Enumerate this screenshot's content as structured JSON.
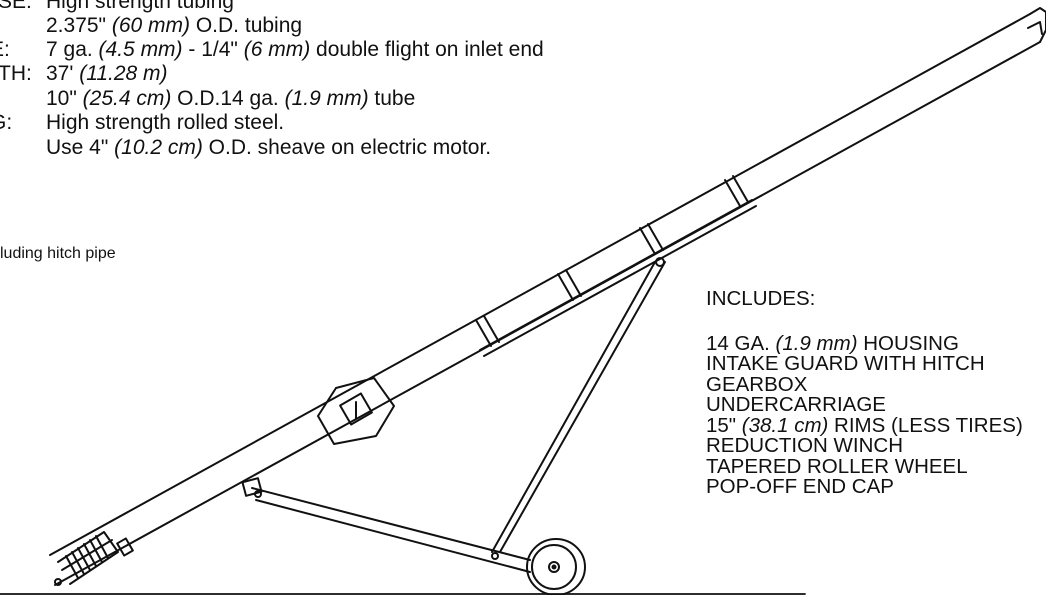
{
  "specs": [
    {
      "label": "SE:",
      "parts": [
        {
          "t": "High strength tubing"
        }
      ]
    },
    {
      "label": "",
      "parts": [
        {
          "t": "2.375\" "
        },
        {
          "t": "(60 mm)",
          "i": true
        },
        {
          "t": " O.D. tubing"
        }
      ]
    },
    {
      "label": "E:",
      "parts": [
        {
          "t": "7 ga. "
        },
        {
          "t": "(4.5 mm)",
          "i": true
        },
        {
          "t": " - 1/4\" "
        },
        {
          "t": "(6 mm)",
          "i": true
        },
        {
          "t": " double flight on inlet end"
        }
      ]
    },
    {
      "label": "TH:",
      "parts": [
        {
          "t": "37' "
        },
        {
          "t": "(11.28 m)",
          "i": true
        }
      ]
    },
    {
      "label": "",
      "parts": [
        {
          "t": "10\" "
        },
        {
          "t": "(25.4 cm)",
          "i": true
        },
        {
          "t": " O.D.14 ga. "
        },
        {
          "t": "(1.9 mm)",
          "i": true
        },
        {
          "t": " tube"
        }
      ]
    },
    {
      "label": "G:",
      "parts": [
        {
          "t": "High strength rolled steel."
        }
      ]
    },
    {
      "label": "",
      "parts": [
        {
          "t": "Use 4\" "
        },
        {
          "t": "(10.2 cm)",
          "i": true
        },
        {
          "t": " O.D. sheave on electric motor."
        }
      ]
    }
  ],
  "hitch_note": "luding hitch pipe",
  "includes": {
    "title": "INCLUDES:",
    "items": [
      [
        {
          "t": "14 GA. "
        },
        {
          "t": "(1.9 mm)",
          "i": true
        },
        {
          "t": " HOUSING"
        }
      ],
      [
        {
          "t": "INTAKE GUARD WITH HITCH"
        }
      ],
      [
        {
          "t": "GEARBOX"
        }
      ],
      [
        {
          "t": "UNDERCARRIAGE"
        }
      ],
      [
        {
          "t": "15\" "
        },
        {
          "t": "(38.1 cm)",
          "i": true
        },
        {
          "t": " RIMS (LESS TIRES)"
        }
      ],
      [
        {
          "t": "REDUCTION WINCH"
        }
      ],
      [
        {
          "t": "TAPERED ROLLER WHEEL"
        }
      ],
      [
        {
          "t": "POP-OFF END CAP"
        }
      ]
    ]
  }
}
